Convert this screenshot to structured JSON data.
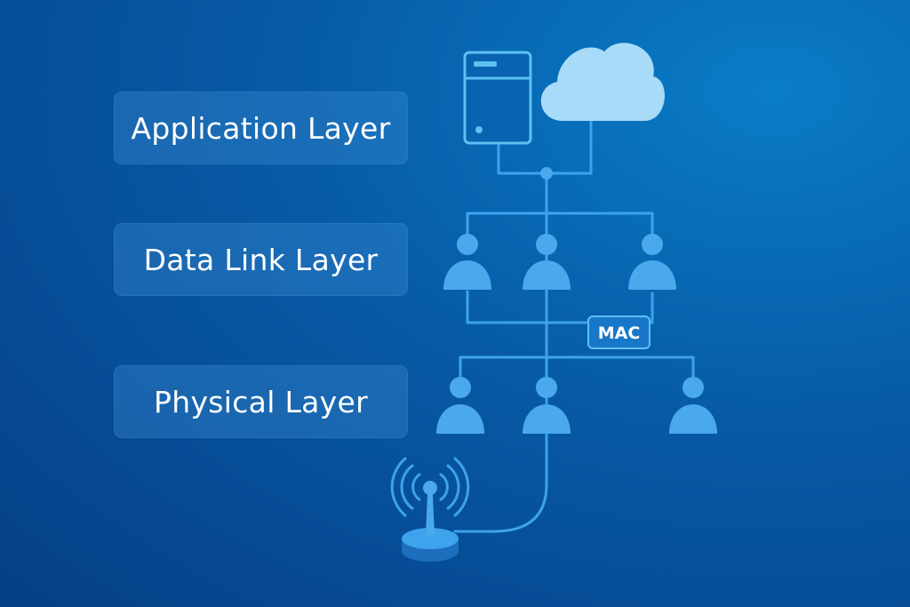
{
  "layers": [
    {
      "label": "Application Layer"
    },
    {
      "label": "Data Link Layer"
    },
    {
      "label": "Physical Layer"
    }
  ],
  "tag": {
    "label": "MAC"
  },
  "icons": {
    "server": "server-icon",
    "cloud": "cloud-icon",
    "person": "user-icon",
    "antenna": "wireless-antenna-icon"
  },
  "colors": {
    "background": "#0658a4",
    "line": "#3ea2ec",
    "node": "#4aa9ec",
    "server_outline": "#5cc0f4",
    "cloud": "#a8dbf8",
    "tag_fill": "#1877c8"
  }
}
